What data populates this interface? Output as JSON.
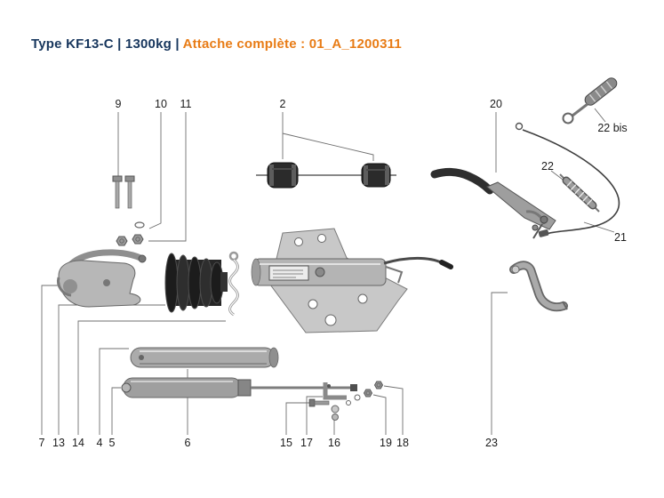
{
  "page": {
    "title_type": "Type KF13-C | 1300kg |",
    "title_attachment": "Attache complète : 01_A_1200311"
  },
  "colors": {
    "title_dark": "#17365d",
    "accent_orange": "#e87c16",
    "label_text": "#1b1b1b",
    "leader_line": "#6f6f6f"
  },
  "parts": {
    "p2": {
      "label": "2"
    },
    "p4": {
      "label": "4"
    },
    "p5": {
      "label": "5"
    },
    "p6": {
      "label": "6"
    },
    "p7": {
      "label": "7"
    },
    "p9": {
      "label": "9"
    },
    "p10": {
      "label": "10"
    },
    "p11": {
      "label": "11"
    },
    "p13": {
      "label": "13"
    },
    "p14": {
      "label": "14"
    },
    "p15": {
      "label": "15"
    },
    "p16": {
      "label": "16"
    },
    "p17": {
      "label": "17"
    },
    "p18": {
      "label": "18"
    },
    "p19": {
      "label": "19"
    },
    "p20": {
      "label": "20"
    },
    "p21": {
      "label": "21"
    },
    "p22": {
      "label": "22"
    },
    "p22bis": {
      "label": "22 bis"
    },
    "p23": {
      "label": "23"
    }
  }
}
